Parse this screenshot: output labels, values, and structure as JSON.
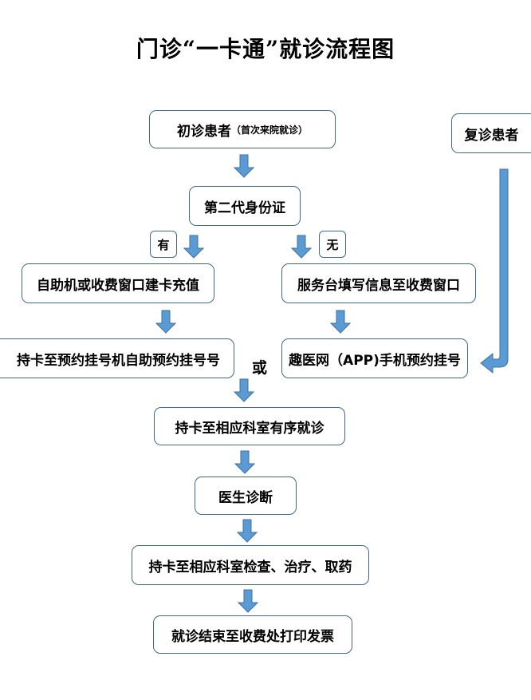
{
  "title": "门诊“一卡通”就诊流程图",
  "nodes": {
    "first_visit": {
      "label": "初诊患者",
      "note": "（首次来院就诊）"
    },
    "return_visit": {
      "label": "复诊患者"
    },
    "id_card": {
      "label": "第二代身份证"
    },
    "has_card": {
      "label": "有"
    },
    "no_card": {
      "label": "无"
    },
    "self_service_create": {
      "label": "自助机或收费窗口建卡充值"
    },
    "service_desk": {
      "label": "服务台填写信息至收费窗口"
    },
    "kiosk_booking": {
      "label": "持卡至预约挂号机自助预约挂号号"
    },
    "app_booking": {
      "label": "趣医网（APP)手机预约挂号"
    },
    "or": {
      "label": "或"
    },
    "visit_dept": {
      "label": "持卡至相应科室有序就诊"
    },
    "diagnosis": {
      "label": "医生诊断"
    },
    "exam_treat": {
      "label": "持卡至相应科室检查、治疗、取药"
    },
    "print_invoice": {
      "label": "就诊结束至收费处打印发票"
    }
  },
  "colors": {
    "arrow_fill": "#5b9bd5",
    "arrow_stroke": "#41719c",
    "box_border": "#3e6a8f"
  }
}
